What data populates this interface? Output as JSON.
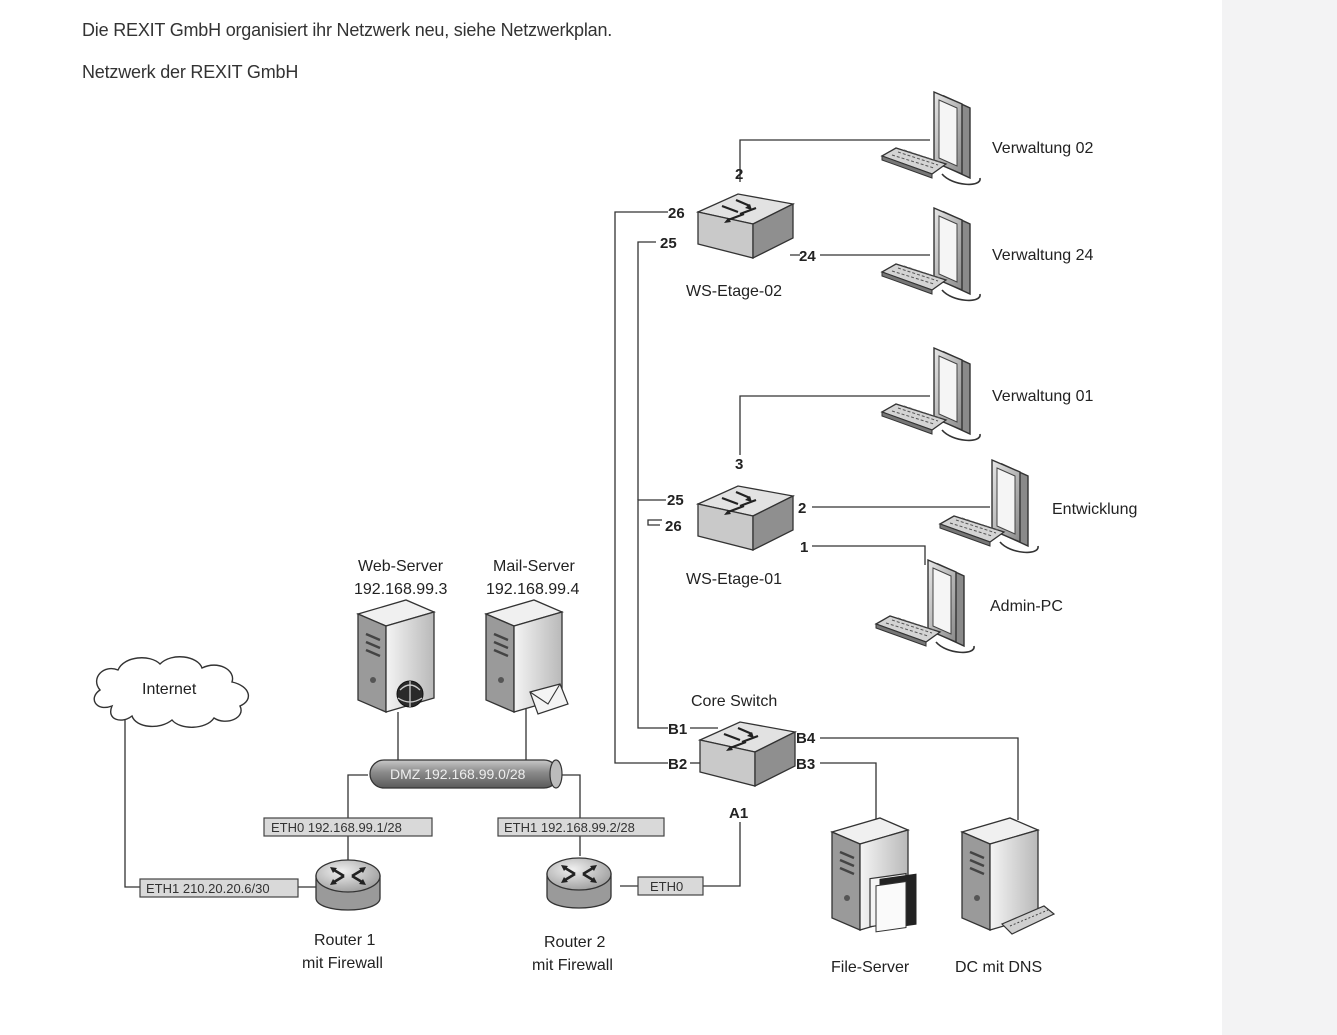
{
  "intro": {
    "line1": "Die REXIT GmbH organisiert ihr Netzwerk neu, siehe Netzwerkplan.",
    "line2": "Netzwerk der REXIT GmbH"
  },
  "nodes": {
    "internet": "Internet",
    "web_server": {
      "name": "Web-Server",
      "ip": "192.168.99.3"
    },
    "mail_server": {
      "name": "Mail-Server",
      "ip": "192.168.99.4"
    },
    "dmz": "DMZ 192.168.99.0/28",
    "router1": {
      "name": "Router 1",
      "sub": "mit Firewall"
    },
    "router2": {
      "name": "Router 2",
      "sub": "mit Firewall"
    },
    "core_switch": "Core Switch",
    "ws_etage_01": "WS-Etage-01",
    "ws_etage_02": "WS-Etage-02",
    "file_server": "File-Server",
    "dc_dns": "DC mit DNS",
    "verwaltung_02": "Verwaltung 02",
    "verwaltung_24": "Verwaltung 24",
    "verwaltung_01": "Verwaltung 01",
    "entwicklung": "Entwicklung",
    "admin_pc": "Admin-PC"
  },
  "interfaces": {
    "r1_eth0": "ETH0 192.168.99.1/28",
    "r1_eth1": "ETH1 210.20.20.6/30",
    "r2_eth1": "ETH1 192.168.99.2/28",
    "r2_eth0": "ETH0"
  },
  "ports": {
    "ws02_p2": "2",
    "ws02_p26": "26",
    "ws02_p25": "25",
    "ws02_p24": "24",
    "ws01_p3": "3",
    "ws01_p25": "25",
    "ws01_p26": "26",
    "ws01_p2": "2",
    "ws01_p1": "1",
    "core_b1": "B1",
    "core_b2": "B2",
    "core_b3": "B3",
    "core_b4": "B4",
    "core_a1": "A1"
  }
}
